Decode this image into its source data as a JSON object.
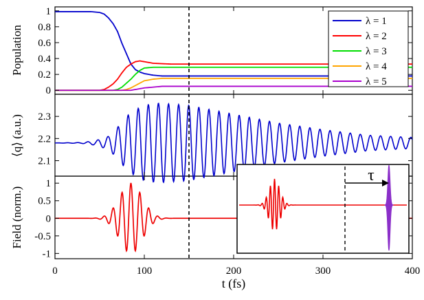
{
  "chart_data": [
    {
      "type": "line",
      "ylabel": "Population",
      "xlim": [
        0,
        400
      ],
      "ylim": [
        -0.05,
        1.05
      ],
      "yticks": [
        "0",
        "0.2",
        "0.4",
        "0.6",
        "0.8",
        "1"
      ],
      "legend_position": "top-right",
      "series": [
        {
          "name": "λ = 1",
          "color": "#0000cc",
          "points": [
            [
              0,
              0.99
            ],
            [
              40,
              0.99
            ],
            [
              50,
              0.98
            ],
            [
              55,
              0.96
            ],
            [
              60,
              0.91
            ],
            [
              65,
              0.84
            ],
            [
              70,
              0.74
            ],
            [
              75,
              0.59
            ],
            [
              80,
              0.46
            ],
            [
              85,
              0.33
            ],
            [
              90,
              0.26
            ],
            [
              95,
              0.23
            ],
            [
              100,
              0.21
            ],
            [
              110,
              0.19
            ],
            [
              120,
              0.18
            ],
            [
              150,
              0.18
            ],
            [
              400,
              0.18
            ]
          ]
        },
        {
          "name": "λ = 2",
          "color": "#ff0000",
          "points": [
            [
              0,
              0
            ],
            [
              50,
              0
            ],
            [
              55,
              0.01
            ],
            [
              60,
              0.04
            ],
            [
              65,
              0.08
            ],
            [
              70,
              0.14
            ],
            [
              75,
              0.22
            ],
            [
              80,
              0.29
            ],
            [
              85,
              0.33
            ],
            [
              90,
              0.36
            ],
            [
              95,
              0.37
            ],
            [
              100,
              0.36
            ],
            [
              110,
              0.34
            ],
            [
              130,
              0.33
            ],
            [
              400,
              0.33
            ]
          ]
        },
        {
          "name": "λ = 3",
          "color": "#00dd00",
          "points": [
            [
              0,
              0
            ],
            [
              65,
              0
            ],
            [
              70,
              0.01
            ],
            [
              75,
              0.04
            ],
            [
              80,
              0.09
            ],
            [
              85,
              0.14
            ],
            [
              90,
              0.2
            ],
            [
              95,
              0.25
            ],
            [
              100,
              0.28
            ],
            [
              110,
              0.29
            ],
            [
              130,
              0.29
            ],
            [
              400,
              0.29
            ]
          ]
        },
        {
          "name": "λ = 4",
          "color": "#ffa500",
          "points": [
            [
              0,
              0
            ],
            [
              75,
              0
            ],
            [
              80,
              0.01
            ],
            [
              85,
              0.03
            ],
            [
              90,
              0.06
            ],
            [
              95,
              0.09
            ],
            [
              100,
              0.12
            ],
            [
              110,
              0.14
            ],
            [
              120,
              0.15
            ],
            [
              400,
              0.15
            ]
          ]
        },
        {
          "name": "λ = 5",
          "color": "#aa00cc",
          "points": [
            [
              0,
              0
            ],
            [
              85,
              0
            ],
            [
              90,
              0.01
            ],
            [
              95,
              0.02
            ],
            [
              100,
              0.03
            ],
            [
              110,
              0.04
            ],
            [
              120,
              0.05
            ],
            [
              400,
              0.05
            ]
          ]
        }
      ]
    },
    {
      "type": "line",
      "ylabel": "⟨q⟩ (a.u.)",
      "xlim": [
        0,
        400
      ],
      "ylim": [
        2.03,
        2.4
      ],
      "yticks": [
        "2.1",
        "2.2",
        "2.3"
      ],
      "series": [
        {
          "color": "#0000cc",
          "baseline": 2.18,
          "period_fs": 11.3,
          "envelope": [
            [
              0,
              0
            ],
            [
              30,
              0.002
            ],
            [
              45,
              0.01
            ],
            [
              60,
              0.03
            ],
            [
              70,
              0.07
            ],
            [
              80,
              0.12
            ],
            [
              90,
              0.15
            ],
            [
              100,
              0.17
            ],
            [
              115,
              0.18
            ],
            [
              150,
              0.17
            ],
            [
              200,
              0.13
            ],
            [
              250,
              0.09
            ],
            [
              300,
              0.06
            ],
            [
              350,
              0.035
            ],
            [
              400,
              0.025
            ]
          ]
        }
      ]
    },
    {
      "type": "line",
      "ylabel": "Field (norm.)",
      "xlabel": "t (fs)",
      "xlim": [
        0,
        400
      ],
      "ylim": [
        -1.15,
        1.2
      ],
      "yticks": [
        "-1",
        "-0.5",
        "0",
        "0.5",
        "1"
      ],
      "xticks": [
        "0",
        "100",
        "200",
        "300",
        "400"
      ],
      "series": [
        {
          "color": "#ee0000",
          "center_fs": 85,
          "width_fs": 18,
          "period_fs": 10,
          "amplitude": 1
        }
      ],
      "marker_line_x": 150,
      "inset": {
        "annotation": "τ",
        "pulse_color": "#ee0000",
        "probe_color": "#8b2fc9"
      }
    }
  ]
}
